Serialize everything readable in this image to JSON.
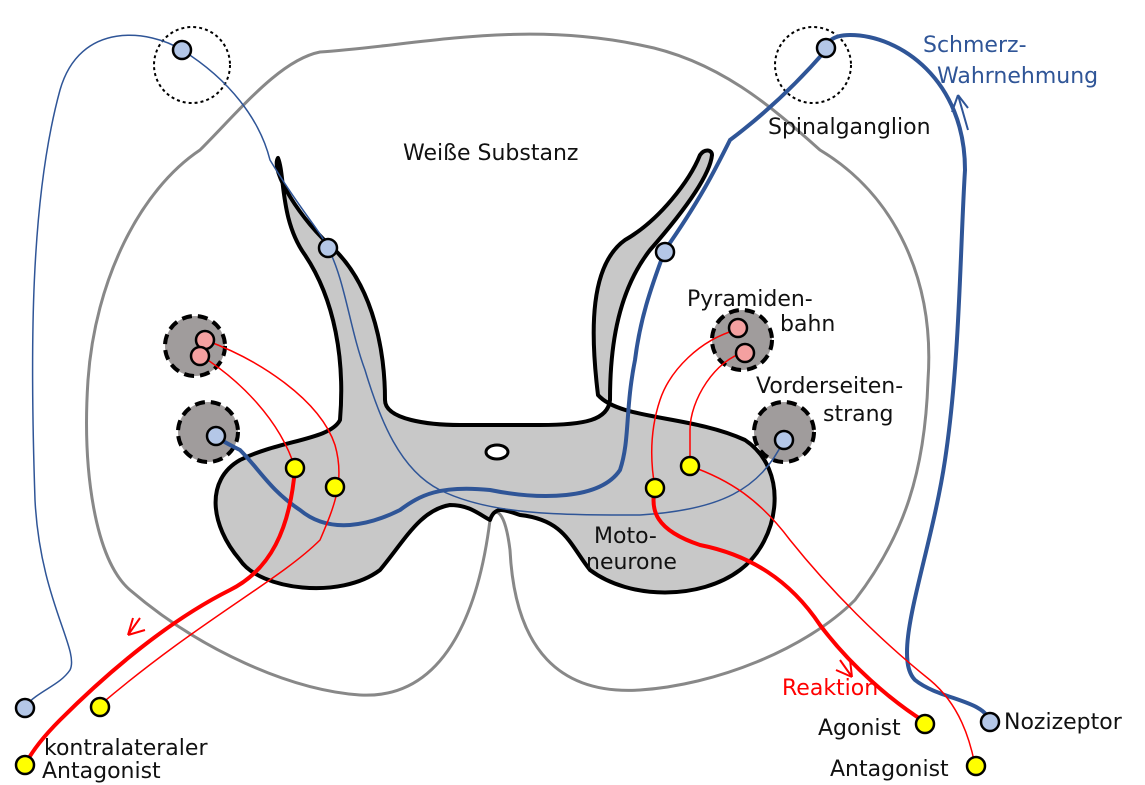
{
  "labels": {
    "white_matter": "Weiße Substanz",
    "spinal_ganglion": "Spinalganglion",
    "pain_perception_1": "Schmerz-",
    "pain_perception_2": "Wahrnehmung",
    "pyramidal_tract_1": "Pyramiden-",
    "pyramidal_tract_2": "bahn",
    "anterolateral_1": "Vorderseiten-",
    "anterolateral_2": "strang",
    "motoneurons_1": "Moto-",
    "motoneurons_2": "neurone",
    "reaction": "Reaktion",
    "agonist": "Agonist",
    "antagonist": "Antagonist",
    "nociceptor": "Nozizeptor",
    "contralateral_1": "kontralateraler",
    "contralateral_2": "Antagonist"
  },
  "colors": {
    "pain_pathway": "#2f5597",
    "reflex_pathway": "#ff0000",
    "grey_matter": "#c8c8c8",
    "outline": "#888888",
    "synapse": "#ffff00",
    "sensory_neuron": "#b4c7e7",
    "pyramidal_neuron": "#f4a0a0"
  }
}
